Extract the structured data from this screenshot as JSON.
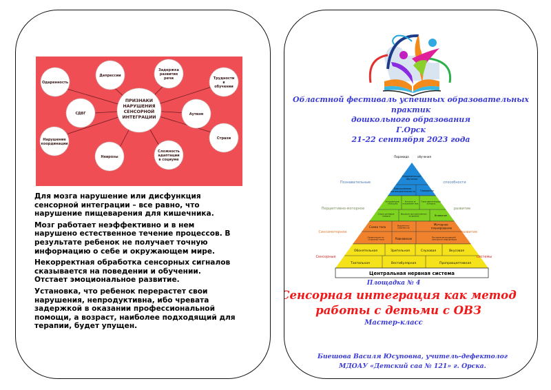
{
  "left": {
    "diagram": {
      "center": [
        "ПРИЗНАКИ",
        "НАРУШЕНИЯ",
        "СЕНСОРНОЙ",
        "ИНТЕГРАЦИИ"
      ],
      "nodes": [
        [
          "Одаренность"
        ],
        [
          "Депрессии"
        ],
        [
          "Задержка",
          "развития",
          "речи"
        ],
        [
          "Трудности",
          "в",
          "обучении"
        ],
        [
          "СДВГ"
        ],
        [
          "Аутизм"
        ],
        [
          "Нарушение",
          "координации"
        ],
        [
          "Неврозы"
        ],
        [
          "Сложность",
          "адаптации",
          "в социуме"
        ],
        [
          "Страхи"
        ]
      ]
    },
    "paragraphs": [
      [
        "Для мозга нарушение или дисфункция",
        "сенсорной интеграции – все равно, что",
        "нарушение пищеварения для кишечника."
      ],
      [
        " Мозг работает неэффективно и в нем",
        "нарушено естественное течение процессов. В",
        "результате ребенок не получает точную",
        "информацию о себе и окружающем мире."
      ],
      [
        "Некорректная обработка сенсорных сигналов",
        "сказывается на поведении и обучении.",
        "Отстает эмоциональное развитие."
      ],
      [
        "Установка, что ребенок перерастет свои",
        "нарушения, непродуктивна, ибо чревата",
        "задержкой в оказании профессиональной",
        "помощи, а возраст, наиболее подходящий для",
        "терапии, будет упущен."
      ]
    ]
  },
  "right": {
    "festival": [
      "Областной фестиваль успешных образовательных",
      "практик",
      "дошкольного образования",
      "Г.Орск",
      "21-22 сентября 2023 года"
    ],
    "pyramid": {
      "top_labels": [
        "Пирамида",
        "обучения"
      ],
      "side_left": [
        "Познавательные",
        "Перцептивно-моторное",
        "Сенсомоторное",
        "Сенсорные"
      ],
      "side_right": [
        "способности",
        "развитие",
        "развитие",
        "системы"
      ],
      "cells": {
        "academic": "Академическое обучение",
        "daily": "Повседневная жизнедеятельность",
        "behavior": "Поведение",
        "eye_hand": "Координация глаз-рука",
        "posture": "Контроль за положением тела",
        "oculomotor": "Глазо-двигательный контроль",
        "auditory_speech": "Слухо-речевые навыки",
        "visual_spatial": "Визуально-пространственное восприятие",
        "attention": "Внимание",
        "body_scheme": "Схема тела",
        "reflexes": "Выработка рефлексов",
        "motor_planning": "Моторное планирование",
        "body_sides": "Ориентация по сторонам тела",
        "balance": "Равновесие",
        "sensory_input": "Восприятие входящей сенсорной информации",
        "olfactory": "Обонятельная",
        "visual": "Зрительная",
        "auditory": "Слуховая",
        "gustatory": "Вкусовая",
        "tactile": "Тактильная",
        "vestibular": "Вестибулярная",
        "proprioceptive": "Проприоцептивная"
      },
      "base": "Центральная нервная система"
    },
    "venue": "Площадка № 4",
    "title": [
      "Сенсорная интеграция как метод",
      "работы с детьми с ОВЗ"
    ],
    "subtitle": "Мастер-класс",
    "author": [
      "Биешова Василя Юсуповна, учитель-дефектолог",
      "МДОАУ «Детский саа № 121» г. Орска."
    ]
  }
}
